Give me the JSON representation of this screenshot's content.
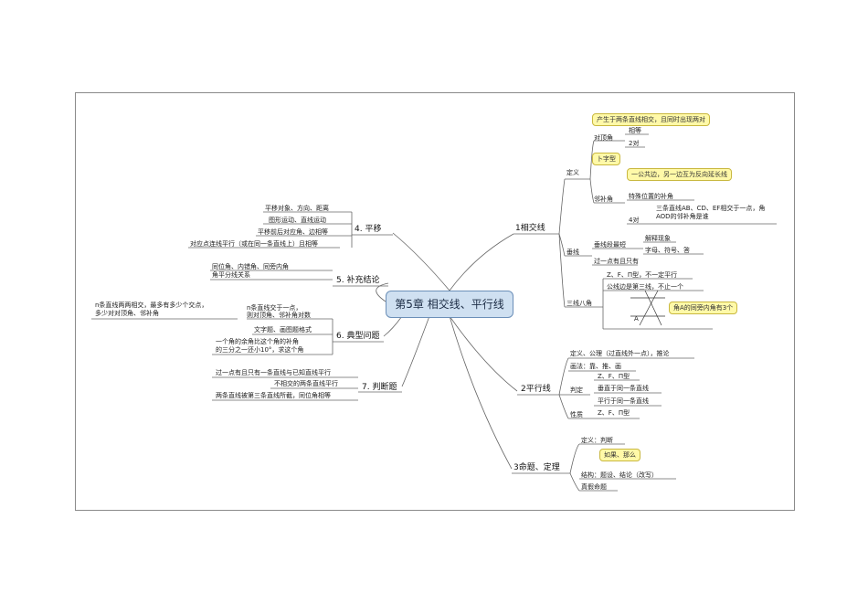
{
  "central": "第5章 相交线、平行线",
  "right_branches": {
    "b1": {
      "label": "1相交线",
      "definition": "定义",
      "duidingjiao": {
        "label": "对顶角",
        "note": "产生于两条直线相交，且同时出现两对",
        "items": [
          "相等",
          "2对"
        ]
      },
      "linbujiao": {
        "label": "邻补角",
        "note_shape": "卜字型",
        "note": "一公共边，另一边互为反向延长线",
        "special": "特殊位置的补角",
        "count": "4对",
        "example": "三条直线AB、CD、EF相交于一点，角AOD的邻补角是谁"
      },
      "perpendicular": {
        "label": "垂线",
        "shortest": "垂线段最短",
        "explain": "解释现象",
        "notation": "字母、符号、答",
        "unique": "过一点有且只有"
      },
      "three_lines": {
        "label": "三线八角",
        "shapes": "Z、F、П型，不一定平行",
        "common": "公线边是第三线，不止一个",
        "note": "角A的同旁内角有3个",
        "figure_label": "A"
      }
    },
    "b2": {
      "label": "2平行线",
      "items": [
        "定义、公理（过直线外一点），推论",
        "画法：靠、推、画"
      ],
      "judge": "判定",
      "judge_items": [
        "Z、F、П型",
        "垂直于同一条直线",
        "平行于同一条直线"
      ],
      "property": "性质",
      "property_item": "Z、F、П型"
    },
    "b3": {
      "label": "3命题、定理",
      "def": "定义：判断",
      "ifthen": "如果、那么",
      "structure": "结构：题设、结论（改写）",
      "truth": "真假命题"
    }
  },
  "left_branches": {
    "b4": {
      "label": "4. 平移",
      "items": [
        "平移对象、方向、距离",
        "图形运动、直线运动",
        "平移前后对应角、边相等",
        "对应点连线平行（或在同一条直线上）且相等"
      ]
    },
    "b5": {
      "label": "5. 补充结论",
      "items": [
        "同位角、内错角、同旁内角",
        "角平分线关系"
      ]
    },
    "b6": {
      "label": "6. 典型问题",
      "lines_cross": [
        "n条直线交于一点，",
        "则对顶角、邻补角对数"
      ],
      "lines_cross_2": [
        "n条直线两两相交，最多有多少个交点，",
        "多少对对顶角、邻补角"
      ],
      "format": "文字题、画图题格式",
      "angle": [
        "一个角的余角比这个角的补角",
        "的三分之一还小10°，求这个角"
      ]
    },
    "b7": {
      "label": "7. 判断题",
      "items": [
        "过一点有且只有一条直线与已知直线平行",
        "不相交的两条直线平行",
        "两条直线被第三条直线所截，同位角相等"
      ]
    }
  },
  "colors": {
    "central_fill": "#cfe0f1",
    "highlight_fill": "#fff9a8",
    "line": "#555555"
  }
}
